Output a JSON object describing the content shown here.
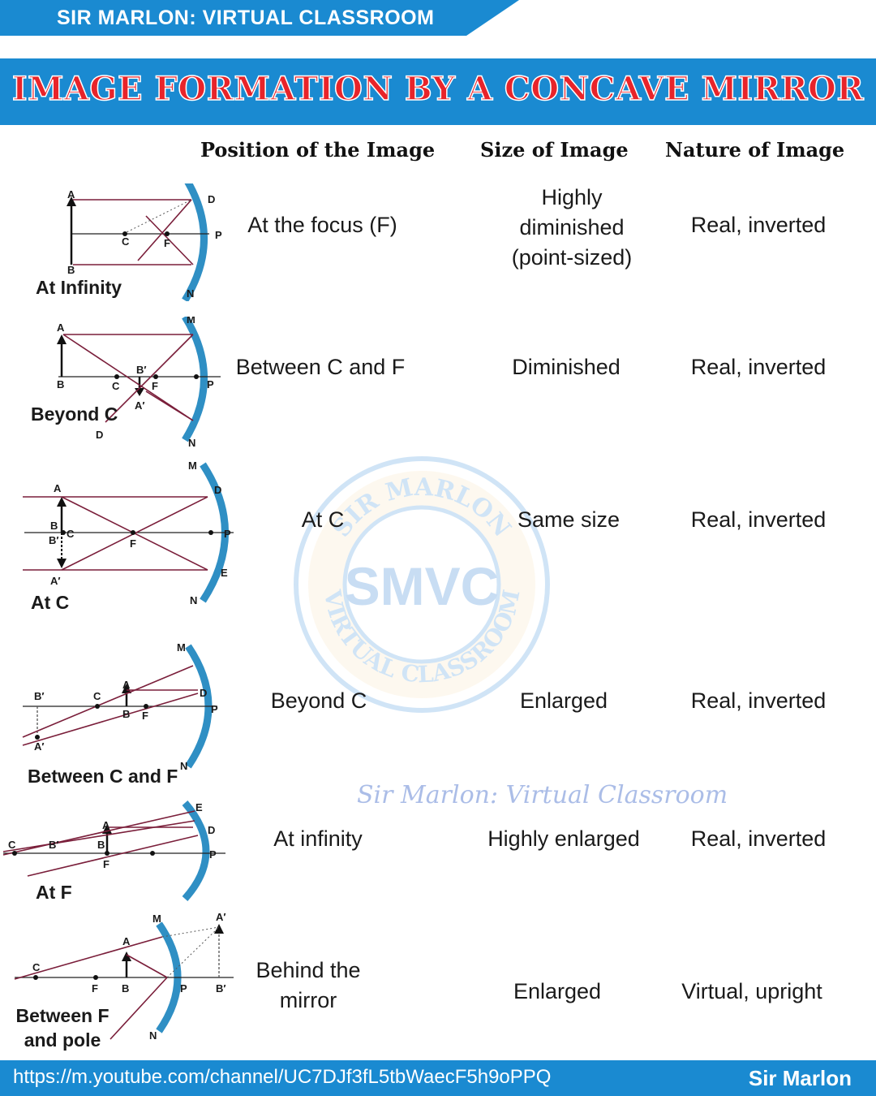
{
  "brand": {
    "label": "SIR MARLON: VIRTUAL CLASSROOM"
  },
  "title": "IMAGE FORMATION BY A CONCAVE MIRROR",
  "columns": {
    "position": "Position of the Image",
    "size": "Size of Image",
    "nature": "Nature of Image"
  },
  "rows": [
    {
      "case": "At Infinity",
      "position": "At the focus (F)",
      "size": "Highly diminished (point-sized)",
      "nature": "Real, inverted"
    },
    {
      "case": "Beyond C",
      "position": "Between C and F",
      "size": "Diminished",
      "nature": "Real, inverted"
    },
    {
      "case": "At C",
      "position": "At C",
      "size": "Same size",
      "nature": "Real, inverted"
    },
    {
      "case": "Between C and F",
      "position": "Beyond C",
      "size": "Enlarged",
      "nature": "Real, inverted"
    },
    {
      "case": "At F",
      "position": "At infinity",
      "size": "Highly enlarged",
      "nature": "Real, inverted"
    },
    {
      "case": "Between F and pole",
      "position": "Behind the mirror",
      "size": "Enlarged",
      "nature": "Virtual, upright"
    }
  ],
  "watermark": {
    "top_text": "SIR MARLON",
    "monogram": "SMVC",
    "bottom_text": "VIRTUAL CLASSROOM"
  },
  "script_watermark": "Sir Marlon: Virtual Classroom",
  "footer": {
    "url": "https://m.youtube.com/channel/UC7DJf3fL5tbWaecF5h9oPPQ",
    "name": "Sir Marlon"
  },
  "colors": {
    "brand_blue": "#1a8ad1",
    "title_red": "#e8242a",
    "ray": "#7a1e3a",
    "mirror": "#2f8fc4"
  }
}
